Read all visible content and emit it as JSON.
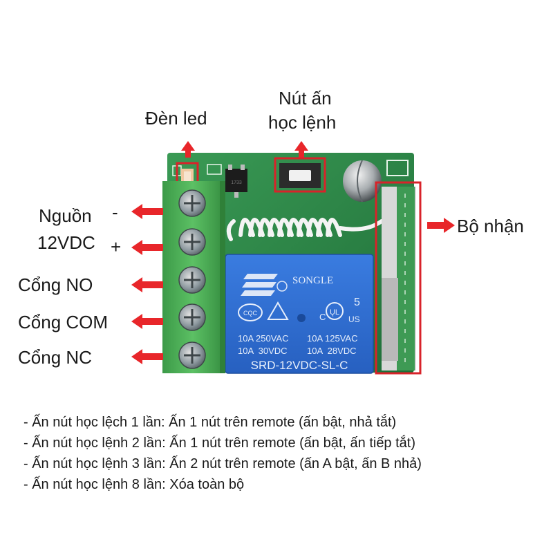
{
  "labels": {
    "led": "Đèn led",
    "button_line1": "Nút ấn",
    "button_line2": "học lệnh",
    "receiver": "Bộ nhận",
    "power_line1": "Nguồn",
    "power_line2": "12VDC",
    "minus": "-",
    "plus": "+",
    "no": "Cổng NO",
    "com": "Cổng COM",
    "nc": "Cổng NC"
  },
  "relay": {
    "brand": "SONGLE",
    "cqc": "CQC",
    "ul": "US",
    "c": "C",
    "num": "5",
    "spec_row1_left": "10A 250VAC",
    "spec_row1_right": "10A 125VAC",
    "spec_row2_left": "10A  30VDC",
    "spec_row2_right": "10A  28VDC",
    "model": "SRD-12VDC-SL-C"
  },
  "ic_label": "1733",
  "notes": [
    "- Ấn nút học lệch 1 lần: Ấn 1 nút trên remote (ấn bật, nhả tắt)",
    "- Ấn nút học lệnh 2 lần: Ấn 1 nút trên remote (ấn bật, ấn tiếp tắt)",
    "- Ấn nút học lệnh 3 lần: Ấn 2 nút trên remote (ấn A bật, ấn B nhả)",
    "- Ấn nút học lệnh 8 lần: Xóa toàn bộ"
  ],
  "colors": {
    "pcb": "#2e8a48",
    "terminal": "#4fb35a",
    "relay": "#2f6fd3",
    "arrow": "#e8262a",
    "highlight": "#d8232a"
  }
}
